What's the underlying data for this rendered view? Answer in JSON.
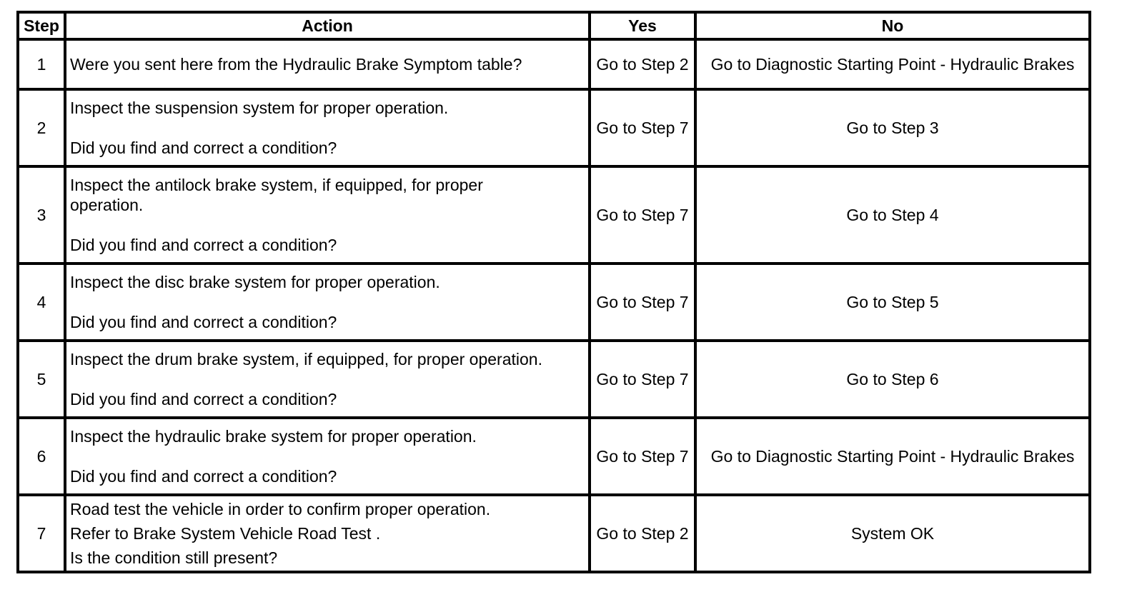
{
  "headers": {
    "step": "Step",
    "action": "Action",
    "yes": "Yes",
    "no": "No"
  },
  "rows": [
    {
      "step": "1",
      "action_lines": [
        "Were you sent here from the Hydraulic Brake Symptom table?"
      ],
      "yes": "Go to Step 2",
      "no": "Go to Diagnostic Starting Point - Hydraulic Brakes"
    },
    {
      "step": "2",
      "action_lines": [
        "Inspect the suspension system for proper operation.",
        "Did you find and correct a condition?"
      ],
      "yes": "Go to Step 7",
      "no": "Go to Step 3"
    },
    {
      "step": "3",
      "action_lines": [
        "Inspect the antilock brake system, if equipped, for proper operation.",
        "Did you find and correct a condition?"
      ],
      "yes": "Go to Step 7",
      "no": "Go to Step 4"
    },
    {
      "step": "4",
      "action_lines": [
        "Inspect the disc brake system for proper operation.",
        "Did you find and correct a condition?"
      ],
      "yes": "Go to Step 7",
      "no": "Go to Step 5"
    },
    {
      "step": "5",
      "action_lines": [
        "Inspect the drum brake system, if equipped, for proper operation.",
        "Did you find and correct a condition?"
      ],
      "yes": "Go to Step 7",
      "no": "Go to Step 6"
    },
    {
      "step": "6",
      "action_lines": [
        "Inspect the hydraulic brake system for proper operation.",
        "Did you find and correct a condition?"
      ],
      "yes": "Go to Step 7",
      "no": "Go to Diagnostic Starting Point - Hydraulic Brakes"
    },
    {
      "step": "7",
      "action_lines": [
        "Road test the vehicle in order to confirm proper operation.",
        "Refer to Brake System Vehicle Road Test .",
        "Is the condition still present?"
      ],
      "yes": "Go to Step 2",
      "no": "System OK"
    }
  ]
}
